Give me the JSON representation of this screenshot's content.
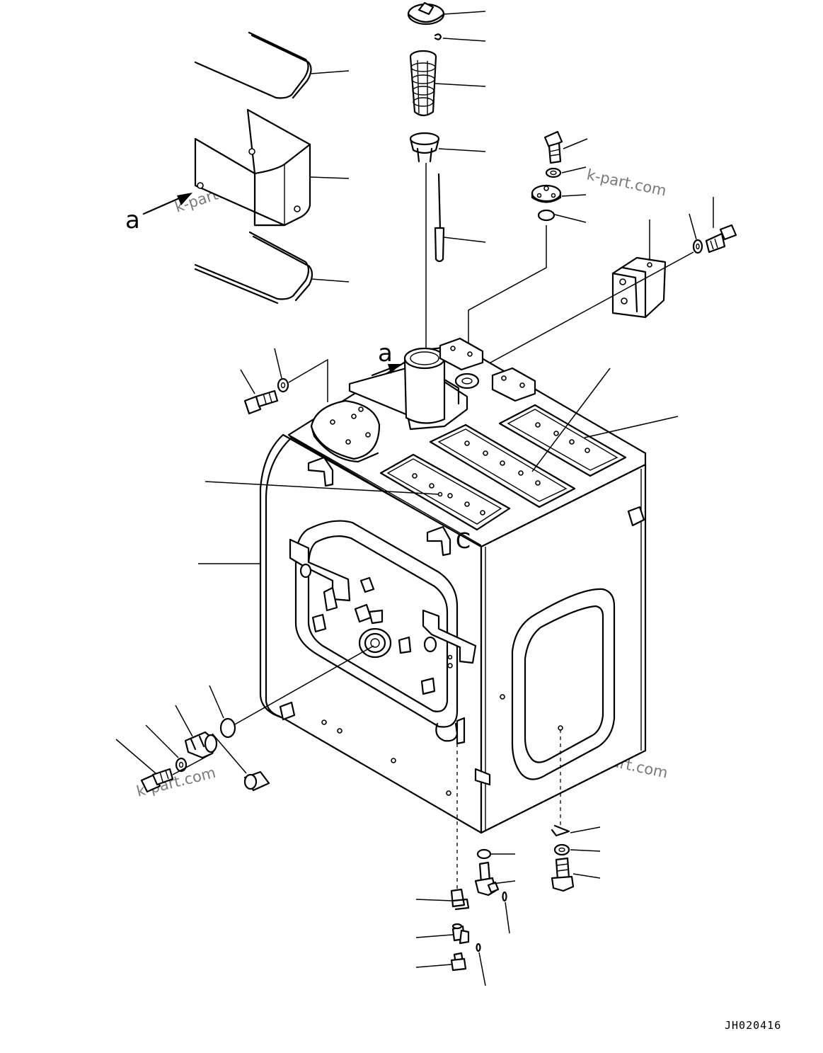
{
  "drawing_code": "JH020416",
  "view_marker": "a",
  "panel_letter": "C",
  "watermark": "k-part.com",
  "watermarks": [
    "k-part.com",
    "k-part.com",
    "k-part.com",
    "k-part.com"
  ],
  "parts": [
    {
      "id": "filler-cap",
      "icon": "filler-cap-icon"
    },
    {
      "id": "cap-pin",
      "icon": "pin-icon"
    },
    {
      "id": "strainer",
      "icon": "strainer-icon"
    },
    {
      "id": "filler-neck-ring",
      "icon": "ring-icon"
    },
    {
      "id": "dipstick",
      "icon": "dipstick-icon"
    },
    {
      "id": "upper-rubber-band",
      "icon": "band-icon"
    },
    {
      "id": "tank-cover",
      "icon": "cover-icon"
    },
    {
      "id": "lower-rubber-band",
      "icon": "band-icon"
    },
    {
      "id": "top-bolt",
      "icon": "bolt-icon"
    },
    {
      "id": "top-washer",
      "icon": "washer-icon"
    },
    {
      "id": "sender-plate",
      "icon": "plate-icon"
    },
    {
      "id": "sender-o-ring",
      "icon": "o-ring-icon"
    },
    {
      "id": "bracket",
      "icon": "bracket-icon"
    },
    {
      "id": "bracket-washer",
      "icon": "washer-icon"
    },
    {
      "id": "bracket-bolt",
      "icon": "bolt-icon"
    },
    {
      "id": "side-bolt",
      "icon": "bolt-icon"
    },
    {
      "id": "side-washer",
      "icon": "washer-icon"
    },
    {
      "id": "top-cover-right",
      "icon": "cover-plate-icon"
    },
    {
      "id": "top-cover-left",
      "icon": "cover-plate-icon"
    },
    {
      "id": "hydraulic-tank",
      "icon": "tank-icon"
    },
    {
      "id": "front-o-ring",
      "icon": "o-ring-icon"
    },
    {
      "id": "front-bolt",
      "icon": "bolt-icon"
    },
    {
      "id": "front-washer",
      "icon": "washer-icon"
    },
    {
      "id": "level-gauge",
      "icon": "gauge-icon"
    },
    {
      "id": "level-gauge-cap",
      "icon": "cap-icon"
    },
    {
      "id": "drain-clip",
      "icon": "clip-icon"
    },
    {
      "id": "drain-washer",
      "icon": "washer-icon"
    },
    {
      "id": "drain-bolt",
      "icon": "bolt-icon"
    },
    {
      "id": "drain-o-ring",
      "icon": "o-ring-icon"
    },
    {
      "id": "drain-valve",
      "icon": "valve-icon"
    },
    {
      "id": "drain-valve-o-ring",
      "icon": "o-ring-icon"
    },
    {
      "id": "hose-clamp",
      "icon": "clamp-icon"
    },
    {
      "id": "elbow",
      "icon": "elbow-icon"
    },
    {
      "id": "plug",
      "icon": "plug-icon"
    },
    {
      "id": "plug-o-ring",
      "icon": "o-ring-icon"
    }
  ]
}
